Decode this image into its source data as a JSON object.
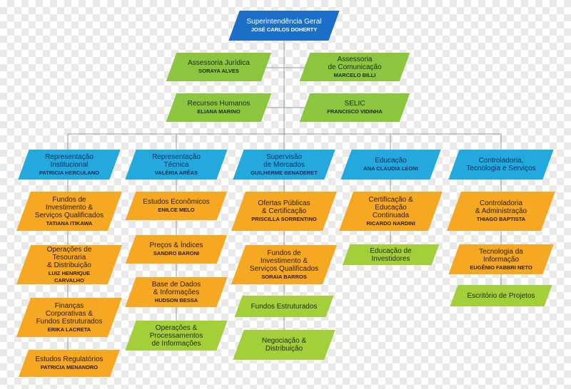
{
  "colors": {
    "blue": "#1b6fc9",
    "cyan": "#23a9dd",
    "green": "#8cc63f",
    "orange": "#f7a823",
    "lime": "#a3cf3a",
    "connector": "#9a9a9a"
  },
  "top": {
    "superintendencia": {
      "title": "Superintendência Geral",
      "person": "JOSÉ CARLOS DOHERTY"
    }
  },
  "staff": {
    "juridica": {
      "title": "Assessoria Jurídica",
      "person": "SORAYA ALVES"
    },
    "comunicacao": {
      "title": "Assessoria\nde Comunicação",
      "person": "MARCELO BILLI"
    },
    "rh": {
      "title": "Recursos Humanos",
      "person": "ELIANA MARINO"
    },
    "selic": {
      "title": "SELIC",
      "person": "FRANCISCO VIDINHA"
    }
  },
  "divisions": {
    "representacao_institucional": {
      "title": "Representação\nInstitucional",
      "person": "PATRICIA HERCULANO"
    },
    "representacao_tecnica": {
      "title": "Representação\nTécnica",
      "person": "VALÉRIA ARÊAS"
    },
    "supervisao_mercados": {
      "title": "Supervisão\nde Mercados",
      "person": "GUILHERME BENADERET"
    },
    "educacao": {
      "title": "Educação",
      "person": "ANA CLAUDIA LEONI"
    },
    "controladoria": {
      "title": "Controladoria,\nTecnologia e Serviços",
      "person": ""
    }
  },
  "col1": [
    {
      "title": "Fundos de\nInvestimento &\nServiços Qualificados",
      "person": "TATIANA ITIKAWA"
    },
    {
      "title": "Operações de\nTesouraria\n& Distribuição",
      "person": "LUIZ HENRIQUE CARVALHO"
    },
    {
      "title": "Finanças\nCorporativas &\nFundos Estruturados",
      "person": "ERIKA LACRETA"
    },
    {
      "title": "Estudos Regulatórios",
      "person": "PATRICIA MENANDRO"
    }
  ],
  "col2": [
    {
      "title": "Estudos Econômicos",
      "person": "ENILCE MELO"
    },
    {
      "title": "Preços & Índices",
      "person": "SANDRO BARONI"
    },
    {
      "title": "Base de Dados\n& Informações",
      "person": "HUDSON BESSA"
    },
    {
      "title": "Operações &\nProcessamentos\nde Informações",
      "person": ""
    }
  ],
  "col3": [
    {
      "title": "Ofertas Públicas\n& Certificação",
      "person": "PRISCILLA SORRENTINO"
    },
    {
      "title": "Fundos de\nInvestimento &\nServiços Qualificados",
      "person": "SORAIA BARROS"
    },
    {
      "title": "Fundos Estruturados",
      "person": ""
    },
    {
      "title": "Negociação &\nDistribuição",
      "person": ""
    }
  ],
  "col4": [
    {
      "title": "Certificação &\nEducação Continuada",
      "person": "RICARDO NARDINI"
    },
    {
      "title": "Educação de Investidores",
      "person": ""
    }
  ],
  "col5": [
    {
      "title": "Controladoria\n& Administração",
      "person": "THIAGO BAPTISTA"
    },
    {
      "title": "Tecnologia da\nInformação",
      "person": "EUGÊNIO FABBRI NETO"
    },
    {
      "title": "Escritório de Projetos",
      "person": ""
    }
  ]
}
